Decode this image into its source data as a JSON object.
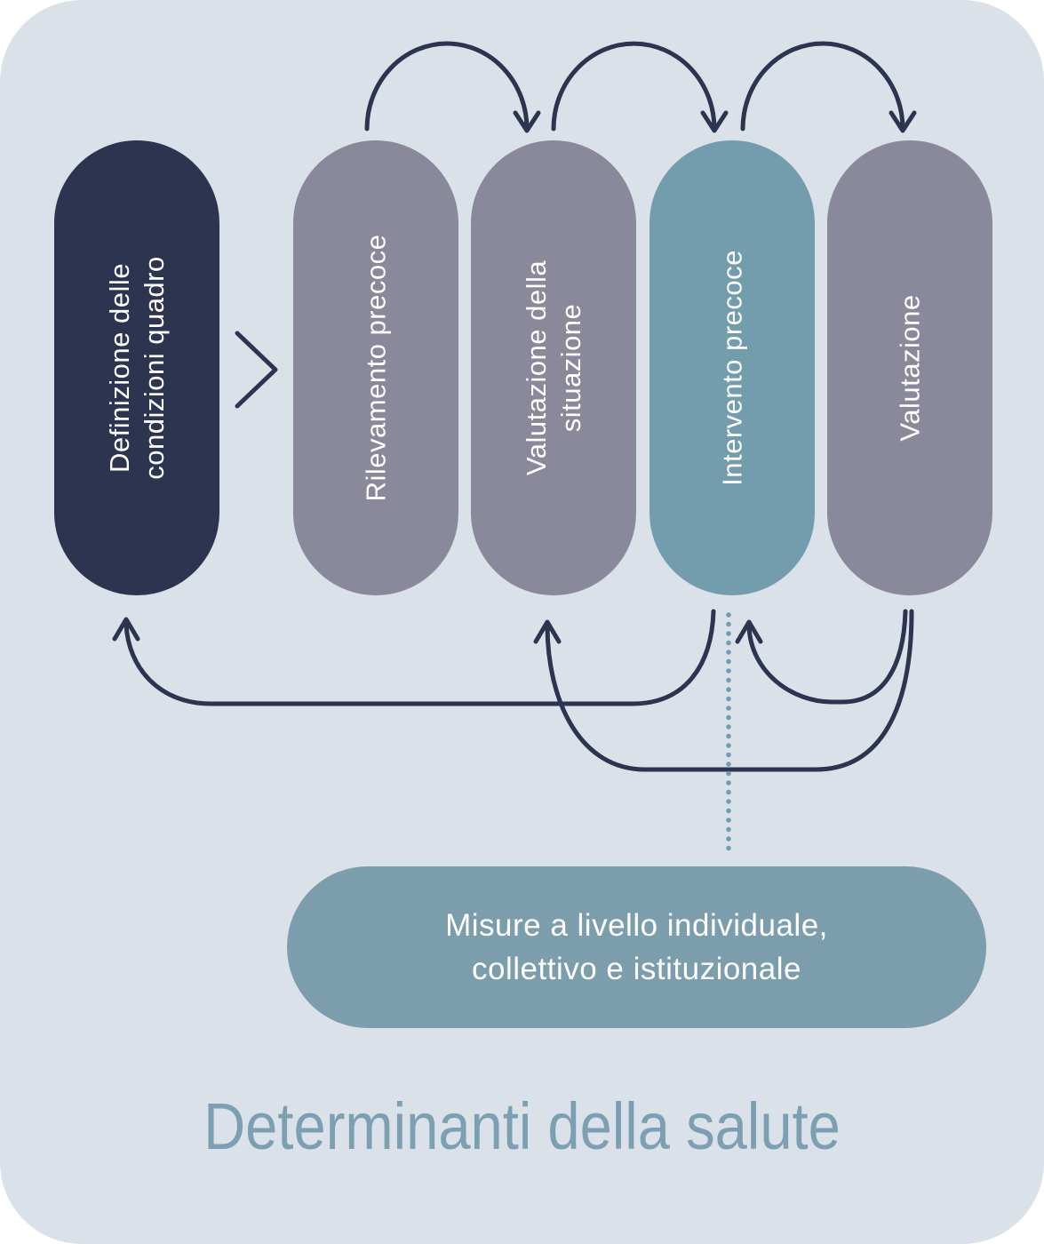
{
  "title": "Determinanti della salute",
  "capsules": [
    {
      "label": "Definizione delle\ncondizioni quadro",
      "color_key": "navy"
    },
    {
      "label": "Rilevamento precoce",
      "color_key": "gray"
    },
    {
      "label": "Valutazione della\nsituazione",
      "color_key": "gray"
    },
    {
      "label": "Intervento precoce",
      "color_key": "teal"
    },
    {
      "label": "Valutazione",
      "color_key": "gray"
    }
  ],
  "measures_pill": {
    "label": "Misure a livello individuale,\ncollettivo e istituzionale"
  },
  "connectors": {
    "top_arc_count": 3,
    "feedback_arrows": [
      "Intervento precoce -> Definizione delle condizioni quadro",
      "Valutazione -> Intervento precoce",
      "Valutazione -> Valutazione della situazione"
    ],
    "dotted_link": "Intervento precoce -> Misure a livello individuale, collettivo e istituzionale"
  },
  "colors": {
    "card_bg": "#dae1e8",
    "navy": "#2d344f",
    "gray": "#8a899c",
    "teal": "#739dad",
    "pill": "#7b9dac",
    "dotted": "#6f9cb2",
    "title": "#7c9fb1"
  }
}
